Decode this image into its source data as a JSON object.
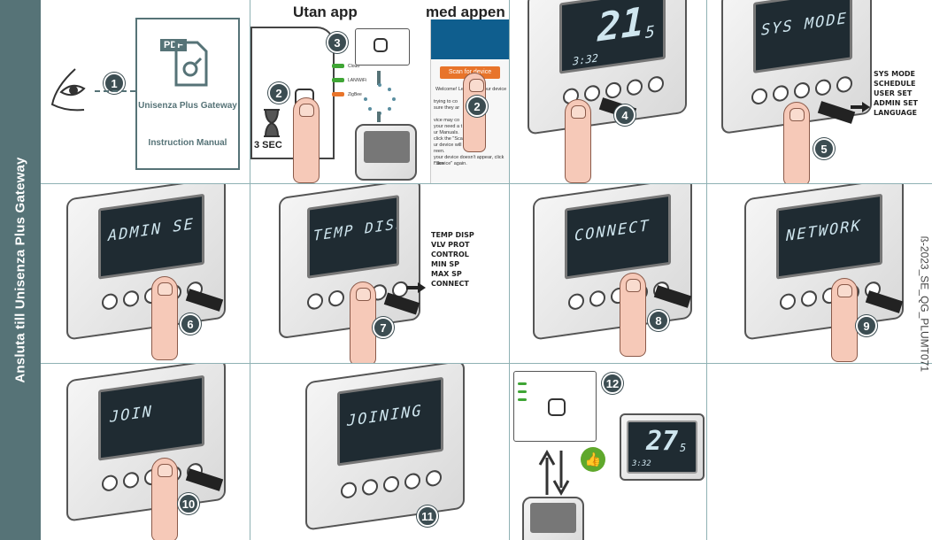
{
  "sidebar": {
    "title": "Ansluta till Unisenza Plus Gateway"
  },
  "manual": {
    "pdf_label": "PDF",
    "title": "Unisenza Plus Gateway",
    "subtitle": "Instruction Manual"
  },
  "headers": {
    "without_app": "Utan app",
    "with_app": "med appen"
  },
  "hold_label": "3 SEC",
  "gateway_leds": [
    "Cloud",
    "LAN/WiFi",
    "ZigBee"
  ],
  "app": {
    "scan_button": "Scan for device",
    "welcome": "Welcome! Let",
    "welcome_tail": "t your device",
    "help_lines": [
      "trying to co",
      "sure they ar",
      "vice may co",
      "your need a t",
      "ur Manuals.",
      "click the \"Scan fo",
      "ur device will b",
      "reen.",
      "your device doesn't appear, click \"Sca",
      "r device\" again."
    ]
  },
  "lcd": {
    "temp_integer": "21",
    "temp_decimal": "5",
    "time": "3:32",
    "sys_mode": "SYS MODE",
    "admin": "ADMIN SE",
    "temp_disp": "TEMP DISP",
    "connect": "CONNECT",
    "network": "NETWORK",
    "join": "JOIN",
    "joining": "JOINING",
    "final_temp_integer": "27",
    "final_temp_decimal": "5",
    "final_time": "3:32"
  },
  "menu_lists": {
    "sys_menu": [
      "SYS MODE",
      "SCHEDULE",
      "USER SET",
      "ADMIN SET",
      "LANGUAGE"
    ],
    "admin_menu": [
      "TEMP DISP",
      "VLV PROT",
      "CONTROL",
      "MIN SP",
      "MAX SP",
      "CONNECT"
    ]
  },
  "steps": [
    "1",
    "2",
    "3",
    "2",
    "4",
    "5",
    "6",
    "7",
    "8",
    "9",
    "10",
    "11",
    "12"
  ],
  "document_code": "ß-2023_SE_QG_PLUMT071"
}
